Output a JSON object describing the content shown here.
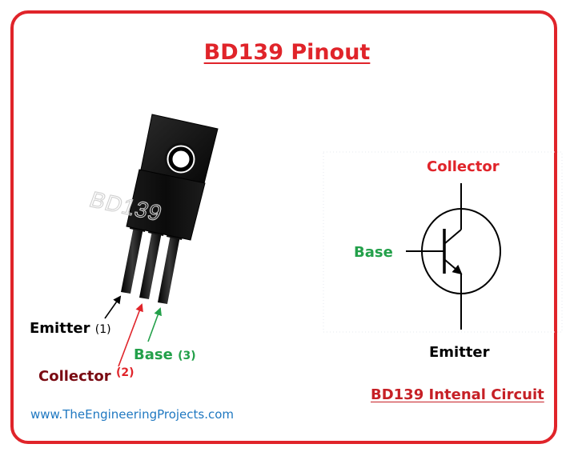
{
  "title": "BD139 Pinout",
  "package": {
    "marking": "BD139",
    "pins": [
      {
        "name": "Emitter",
        "number": "(1)",
        "color": "#000000"
      },
      {
        "name": "Collector",
        "number": "(2)",
        "color": "#7a0a12"
      },
      {
        "name": "Base",
        "number": "(3)",
        "color": "#23a04a"
      }
    ]
  },
  "circuit": {
    "collector": "Collector",
    "base": "Base",
    "emitter": "Emitter",
    "caption": "BD139 Intenal Circuit"
  },
  "website": "www.TheEngineeringProjects.com",
  "colors": {
    "frame": "#e0242a",
    "title": "#e0242a",
    "collector_label": "#e0242a",
    "base_label": "#23a04a",
    "arrow_emitter": "#000000",
    "arrow_collector": "#e0242a",
    "arrow_base": "#23a04a",
    "website": "#1f78c1"
  }
}
